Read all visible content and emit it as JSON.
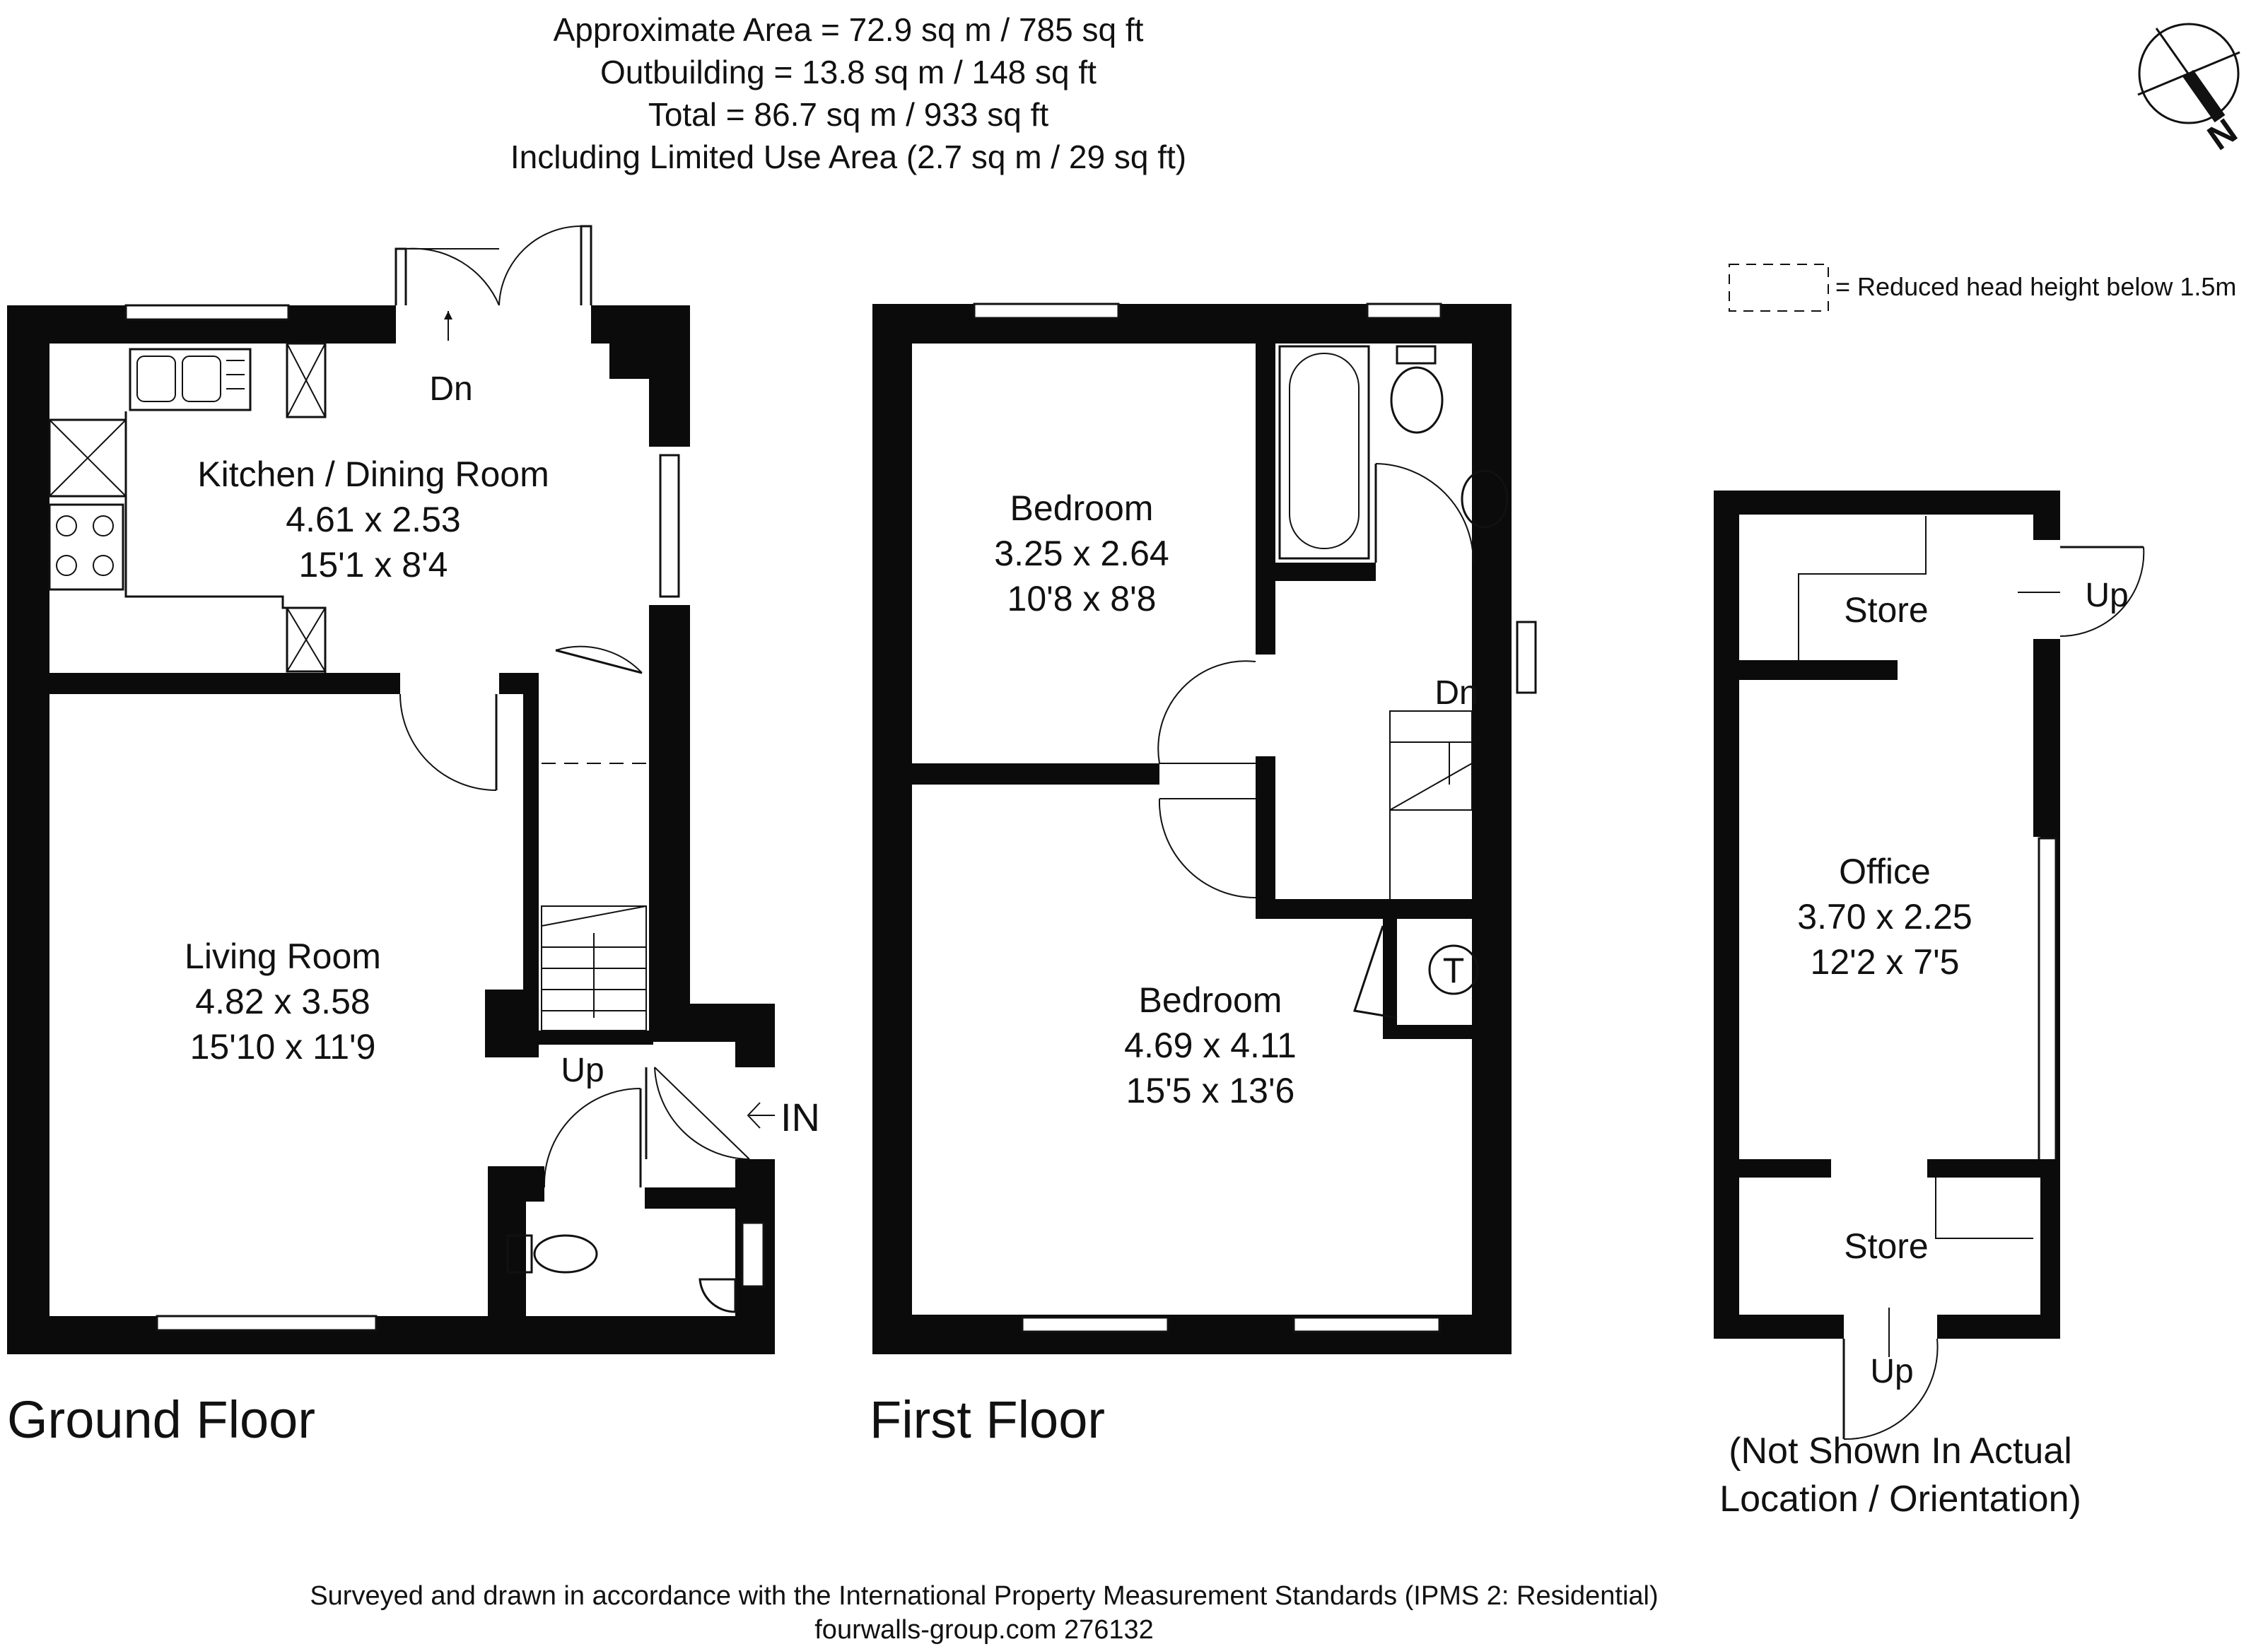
{
  "header": {
    "line1": "Approximate  Area = 72.9 sq m / 785 sq ft",
    "line2": "Outbuilding = 13.8 sq m / 148 sq ft",
    "line3": "Total = 86.7 sq m / 933 sq ft",
    "line4": "Including Limited Use Area (2.7 sq m / 29 sq ft)"
  },
  "compass": {
    "label": "N"
  },
  "legend": {
    "text": "= Reduced head height below 1.5m"
  },
  "ground_floor": {
    "label": "Ground Floor",
    "kitchen": {
      "name": "Kitchen / Dining Room",
      "metric": "4.61 x 2.53",
      "imperial": "15'1 x 8'4"
    },
    "living": {
      "name": "Living Room",
      "metric": "4.82 x 3.58",
      "imperial": "15'10 x 11'9"
    },
    "dn": "Dn",
    "up": "Up",
    "entrance": "IN"
  },
  "first_floor": {
    "label": "First Floor",
    "bedroom1": {
      "name": "Bedroom",
      "metric": "3.25 x 2.64",
      "imperial": "10'8 x 8'8"
    },
    "bedroom2": {
      "name": "Bedroom",
      "metric": "4.69 x 4.11",
      "imperial": "15'5 x 13'6"
    },
    "dn": "Dn",
    "tank": "T"
  },
  "outbuilding": {
    "store_top": "Store",
    "up_top": "Up",
    "office": {
      "name": "Office",
      "metric": "3.70 x 2.25",
      "imperial": "12'2 x 7'5"
    },
    "store_bottom": "Store",
    "up_bottom": "Up",
    "note_line1": "(Not Shown In Actual",
    "note_line2": "Location / Orientation)"
  },
  "footer": {
    "line1": "Surveyed and drawn in accordance with the International Property Measurement Standards (IPMS 2: Residential)",
    "line2": "fourwalls-group.com 276132"
  }
}
